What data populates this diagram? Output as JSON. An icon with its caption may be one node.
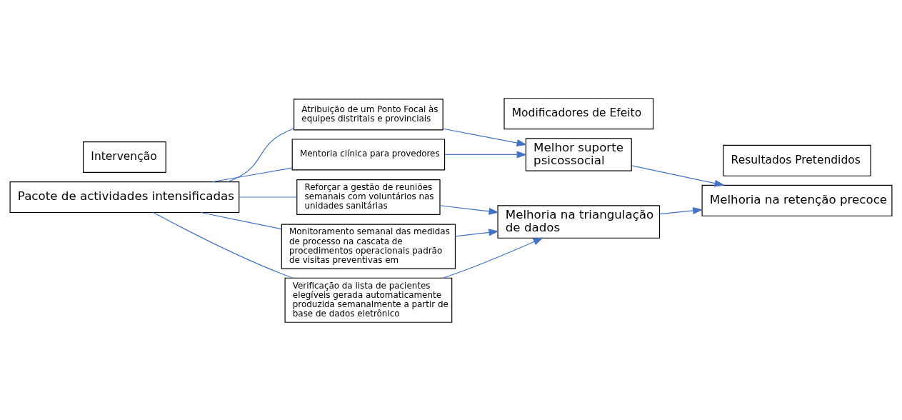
{
  "diagram": {
    "nodes": [
      {
        "text": [
          "Intervenção"
        ]
      },
      {
        "text": [
          "Modificadores de Efeito"
        ]
      },
      {
        "text": [
          "Resultados Pretendidos"
        ]
      },
      {
        "text": [
          "Pacote de actividades intensificadas"
        ]
      },
      {
        "text": [
          "Atribuição de um Ponto Focal às equipes distritais e provinciais"
        ]
      },
      {
        "text": [
          "Mentoria clínica para provedores"
        ]
      },
      {
        "text": [
          "Reforçar a gestão de reuniões semanais com voluntários nas unidades sanitárias"
        ]
      },
      {
        "text": [
          "Monitoramento semanal das medidas de processo na cascata de procedimentos operacionais padrão de visitas preventivas em"
        ]
      },
      {
        "text": [
          "Verificação da lista de pacientes elegíveis gerada automaticamente produzida semanalmente a partir de base de dados eletrônico"
        ]
      },
      {
        "text": [
          "Melhor suporte psicossocial"
        ]
      },
      {
        "text": [
          "Melhoria na triangulação de dados"
        ]
      },
      {
        "text": [
          "Melhoria na retenção precoce"
        ]
      }
    ],
    "edges": [
      {
        "from": 3,
        "to": 4,
        "arrow": "none"
      },
      {
        "from": 3,
        "to": 5,
        "arrow": "none"
      },
      {
        "from": 3,
        "to": 6,
        "arrow": "none"
      },
      {
        "from": 3,
        "to": 7,
        "arrow": "none"
      },
      {
        "from": 3,
        "to": 8,
        "arrow": "none"
      },
      {
        "from": 4,
        "to": 9,
        "arrow": "to"
      },
      {
        "from": 5,
        "to": 9,
        "arrow": "to"
      },
      {
        "from": 6,
        "to": 10,
        "arrow": "to"
      },
      {
        "from": 7,
        "to": 10,
        "arrow": "to"
      },
      {
        "from": 8,
        "to": 10,
        "arrow": "to"
      },
      {
        "from": 9,
        "to": 11,
        "arrow": "to"
      },
      {
        "from": 10,
        "to": 11,
        "arrow": "to"
      }
    ]
  }
}
